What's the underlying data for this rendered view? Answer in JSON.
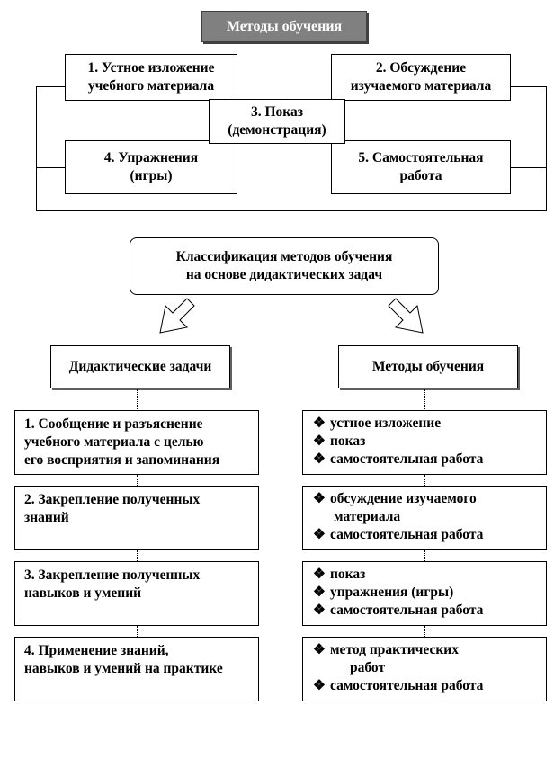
{
  "top": {
    "title": "Методы обучения",
    "m1": [
      "1. Устное изложение",
      "учебного материала"
    ],
    "m2": [
      "2. Обсуждение",
      "изучаемого материала"
    ],
    "m3": [
      "3. Показ",
      "(демонстрация)"
    ],
    "m4": [
      "4. Упражнения",
      "(игры)"
    ],
    "m5": [
      "5. Самостоятельная",
      "работа"
    ]
  },
  "classification": [
    "Классификация методов обучения",
    "на основе дидактических задач"
  ],
  "left_header": "Дидактические задачи",
  "right_header": "Методы обучения",
  "tasks": [
    [
      "1. Сообщение и разъяснение",
      "учебного материала с целью",
      "его восприятия и  запоминания"
    ],
    [
      "2. Закрепление полученных",
      "знаний"
    ],
    [
      "3. Закрепление полученных",
      "навыков и умений"
    ],
    [
      "4. Применение знаний,",
      "навыков и умений на практике"
    ]
  ],
  "methods": [
    {
      "items": [
        "устное изложение",
        "показ",
        "самостоятельная работа"
      ]
    },
    {
      "items": [
        "обсуждение изучаемого",
        "самостоятельная работа"
      ],
      "wrap": "материала"
    },
    {
      "items": [
        "показ",
        "упражнения (игры)",
        "самостоятельная работа"
      ]
    },
    {
      "items": [
        "метод практических",
        "самостоятельная работа"
      ],
      "wrap2": "работ"
    }
  ],
  "bullet": "❖"
}
